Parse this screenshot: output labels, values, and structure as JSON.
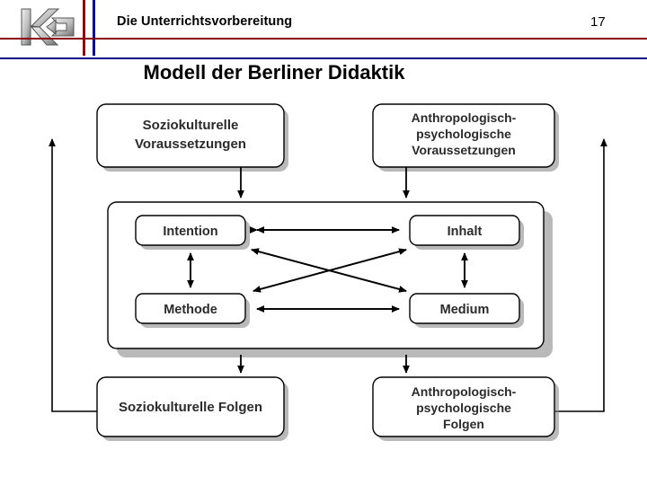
{
  "header": {
    "title": "Die Unterrichtsvorbereitung",
    "page_number": "17",
    "logo_name": "k-arrow-logo",
    "rule_top_color": "#8b0000",
    "rule_bottom_color": "#00008b"
  },
  "slide": {
    "title": "Modell der Berliner Didaktik"
  },
  "diagram": {
    "type": "flow-diagram",
    "boxes": {
      "soziokulturelle_voraussetzungen": "Soziokulturelle\nVoraussetzungen",
      "soziokulturelle_voraussetzungen_line1": "Soziokulturelle",
      "soziokulturelle_voraussetzungen_line2": "Voraussetzungen",
      "anthropologische_voraussetzungen_line1": "Anthropologisch-",
      "anthropologische_voraussetzungen_line2": "psychologische",
      "anthropologische_voraussetzungen_line3": "Voraussetzungen",
      "intention": "Intention",
      "inhalt": "Inhalt",
      "methode": "Methode",
      "medium": "Medium",
      "soziokulturelle_folgen": "Soziokulturelle Folgen",
      "anthropologische_folgen_line1": "Anthropologisch-",
      "anthropologische_folgen_line2": "psychologische",
      "anthropologische_folgen_line3": "Folgen"
    },
    "colors": {
      "box_fill": "#ffffff",
      "box_border": "#000000",
      "arrow": "#000000",
      "shadow": "#808080"
    }
  }
}
